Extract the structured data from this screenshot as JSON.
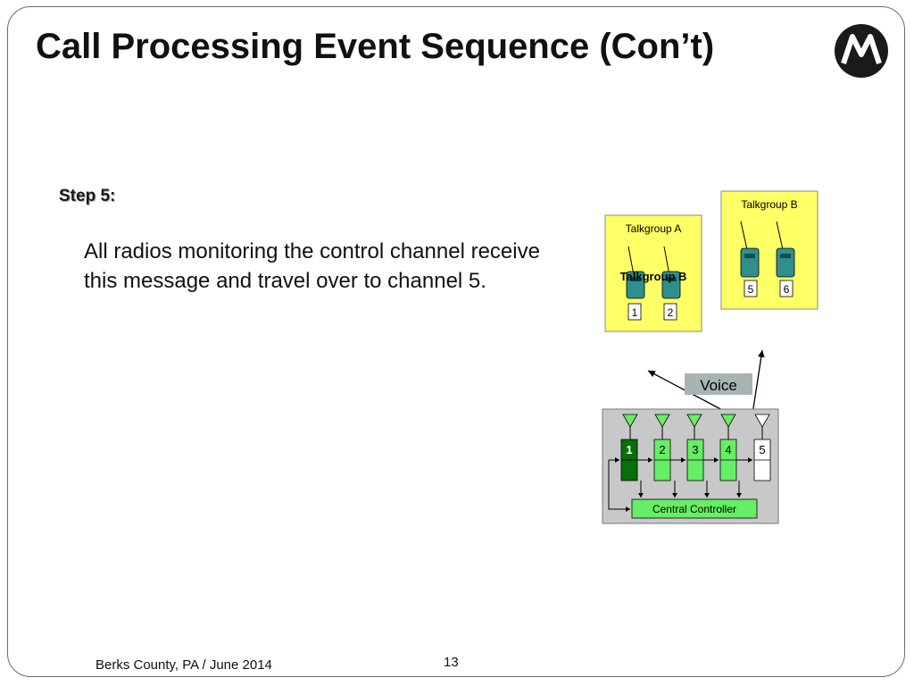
{
  "slide": {
    "title": "Call Processing Event Sequence (Con’t)",
    "step_label": "Step 5:",
    "body": "All radios monitoring the control channel receive this message and travel over to channel 5.",
    "footer_left": "Berks County, PA / June 2014",
    "page_number": "13"
  },
  "logo": {
    "icon": "motorola-logo-icon"
  },
  "diagram": {
    "talkgroup_a_box": {
      "title": "Talkgroup A",
      "overlay_label": "Talkgroup B",
      "radios": [
        "1",
        "2"
      ]
    },
    "talkgroup_b_box": {
      "title": "Talkgroup B",
      "radios": [
        "5",
        "6"
      ]
    },
    "voice_label": "Voice",
    "repeaters": [
      "1",
      "2",
      "3",
      "4",
      "5"
    ],
    "controller_label": "Central Controller",
    "colors": {
      "talkgroup_box": "#ffff66",
      "radio_body": "#2f8f8f",
      "repeater_active": "#0a6e0a",
      "repeater_idle": "#66ee66",
      "repeater_voice": "#ffffff",
      "controller_fill": "#66ee66",
      "site_panel": "#c8c8c8",
      "voice_tag": "#a8b4b4"
    }
  }
}
